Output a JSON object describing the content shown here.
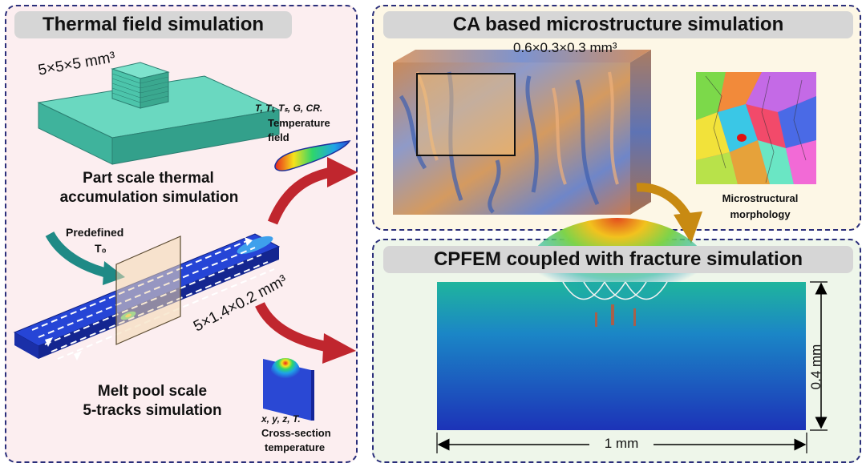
{
  "colors": {
    "panel_border": "#2a2e7a",
    "left_bg": "#fceef0",
    "top_right_bg": "#fdf7e6",
    "bottom_right_bg": "#eef6ea",
    "title_bg": "#d6d6d6",
    "arrow_red": "#c0262e",
    "arrow_teal": "#1f8a86",
    "arrow_gold": "#c88a12",
    "part_teal": "#4cc5ab",
    "melt_blue": "#1a36c2"
  },
  "left_panel": {
    "title": "Thermal field simulation",
    "cube_dim": "5×5×5 mm³",
    "part_scale_label_1": "Part scale thermal",
    "part_scale_label_2": "accumulation  simulation",
    "predefined_label": "Predefined",
    "t0_label": "T₀",
    "track_dim": "5×1.4×0.2 mm³",
    "melt_pool_label_1": "Melt pool scale",
    "melt_pool_label_2": "5-tracks simulation",
    "temp_field_vars": "T, Tₗ, Tₛ, G, CR.",
    "temp_field_label_1": "Temperature",
    "temp_field_label_2": "field",
    "cross_vars": "x, y, z, T.",
    "cross_label_1": "Cross-section",
    "cross_label_2": "temperature"
  },
  "top_right_panel": {
    "title": "CA based microstructure simulation",
    "block_dim": "0.6×0.3×0.3 mm³",
    "micro_label_1": "Microstructural",
    "micro_label_2": "morphology"
  },
  "bottom_right_panel": {
    "title": "CPFEM coupled with fracture simulation",
    "height_label": "0.4 mm",
    "width_label": "1 mm"
  }
}
